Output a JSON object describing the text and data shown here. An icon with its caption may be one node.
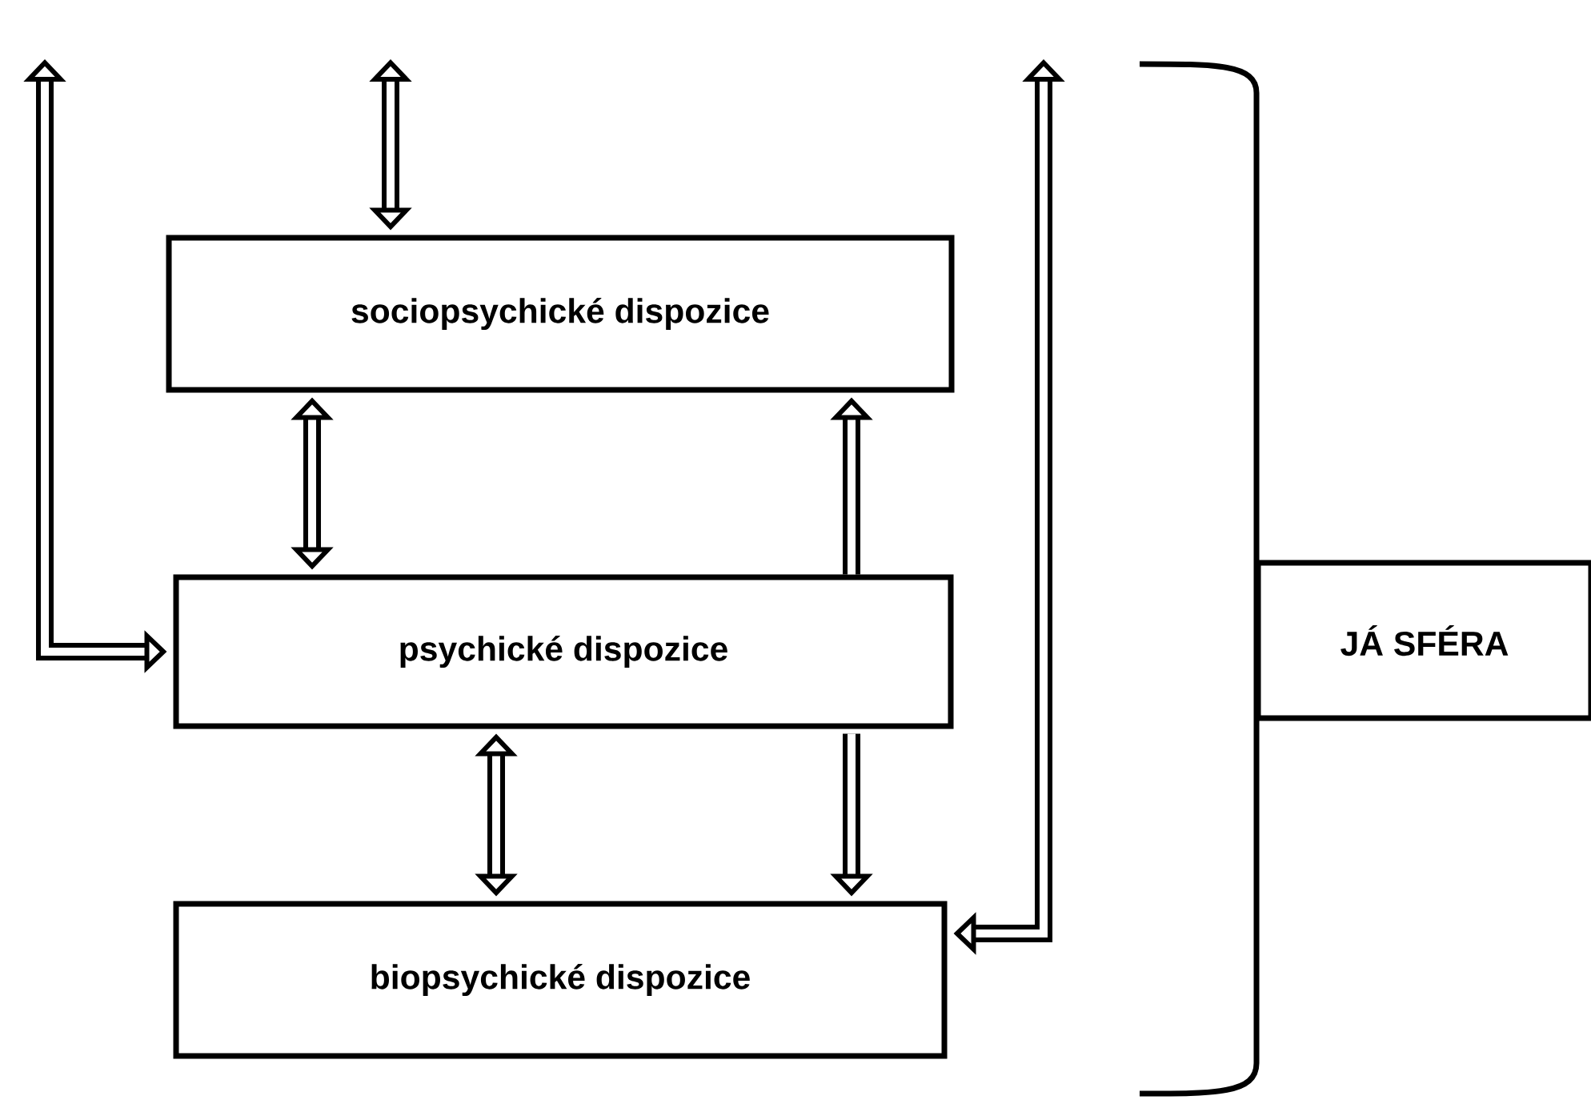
{
  "diagram": {
    "nodes": [
      {
        "text": [
          "sociopsychické dispozice"
        ]
      },
      {
        "text": [
          "psychické dispozice"
        ]
      },
      {
        "text": [
          "biopsychické dispozice"
        ]
      },
      {
        "text": [
          "JÁ SFÉRA"
        ]
      }
    ],
    "edges": [
      {
        "from": null,
        "to": 0,
        "arrow": "both"
      },
      {
        "from": null,
        "to": 1,
        "arrow": "both"
      },
      {
        "from": 0,
        "to": 1,
        "arrow": "both"
      },
      {
        "from": 1,
        "to": 0,
        "arrow": "to"
      },
      {
        "from": 1,
        "to": 2,
        "arrow": "both"
      },
      {
        "from": 1,
        "to": 2,
        "arrow": "to"
      },
      {
        "from": null,
        "to": 2,
        "arrow": "both"
      }
    ]
  }
}
